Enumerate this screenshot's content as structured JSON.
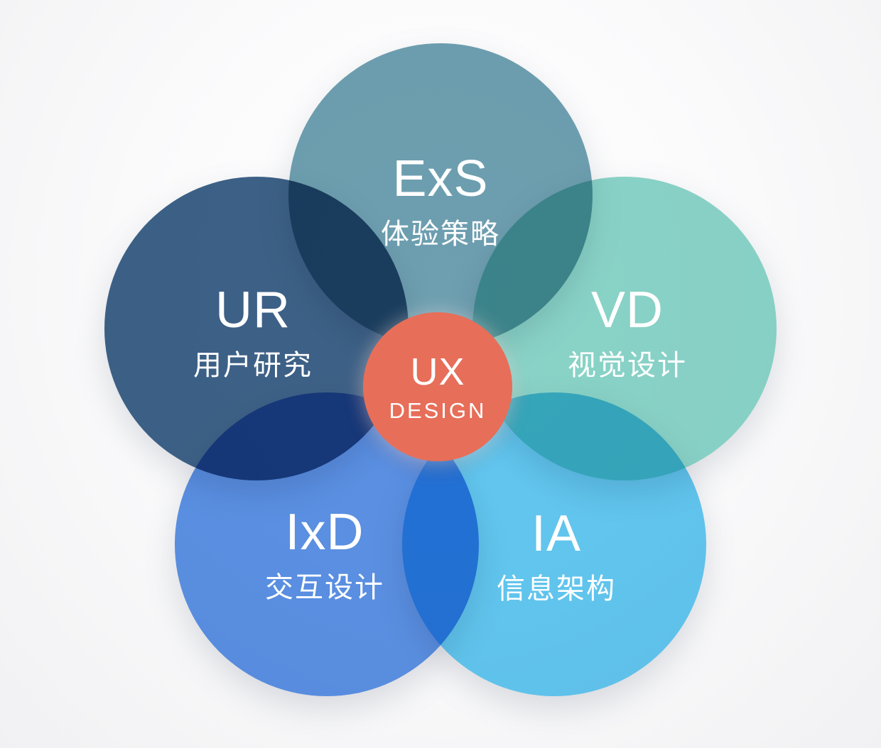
{
  "diagram": {
    "type": "venn-flower",
    "background_top": "#ffffff",
    "background_bottom": "#f1f1f3",
    "text_color": "#ffffff",
    "blend_mode": "multiply"
  },
  "center": {
    "title": "UX",
    "subtitle": "DESIGN",
    "color": "#e76e59"
  },
  "petals": [
    {
      "id": "exs",
      "abbr": "ExS",
      "label_zh": "体验策略",
      "color": "#6d9fb0",
      "position": "top"
    },
    {
      "id": "ur",
      "abbr": "UR",
      "label_zh": "用户研究",
      "color": "#3d6187",
      "position": "left"
    },
    {
      "id": "vd",
      "abbr": "VD",
      "label_zh": "视觉设计",
      "color": "#8ad4c8",
      "position": "right"
    },
    {
      "id": "ixd",
      "abbr": "IxD",
      "label_zh": "交互设计",
      "color": "#5b91e4",
      "position": "bottom-left"
    },
    {
      "id": "ia",
      "abbr": "IA",
      "label_zh": "信息架构",
      "color": "#62c8f0",
      "position": "bottom-right"
    }
  ]
}
